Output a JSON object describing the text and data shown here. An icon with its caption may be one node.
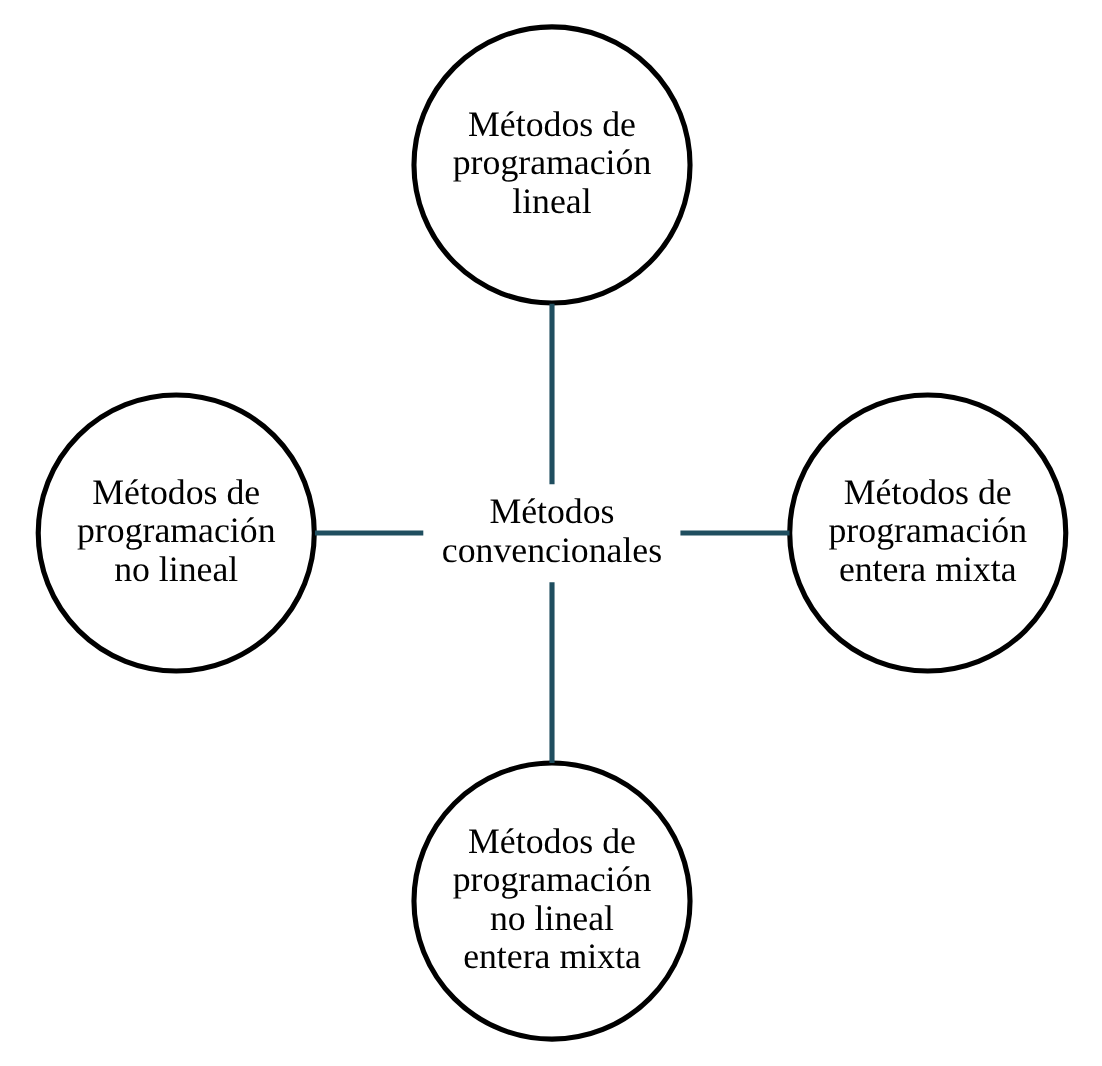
{
  "diagram": {
    "nodes": [
      {
        "text": [
          "Métodos de programación lineal"
        ]
      },
      {
        "text": [
          "Métodos de programación no lineal"
        ]
      },
      {
        "text": [
          "Métodos convencionales"
        ]
      },
      {
        "text": [
          "Métodos de programación entera mixta"
        ]
      },
      {
        "text": [
          "Métodos de programación no lineal entera mixta"
        ]
      }
    ],
    "edges": [
      {
        "from": 2,
        "to": 0,
        "arrow": "none"
      },
      {
        "from": 2,
        "to": 1,
        "arrow": "none"
      },
      {
        "from": 2,
        "to": 3,
        "arrow": "none"
      },
      {
        "from": 2,
        "to": 4,
        "arrow": "none"
      }
    ]
  }
}
